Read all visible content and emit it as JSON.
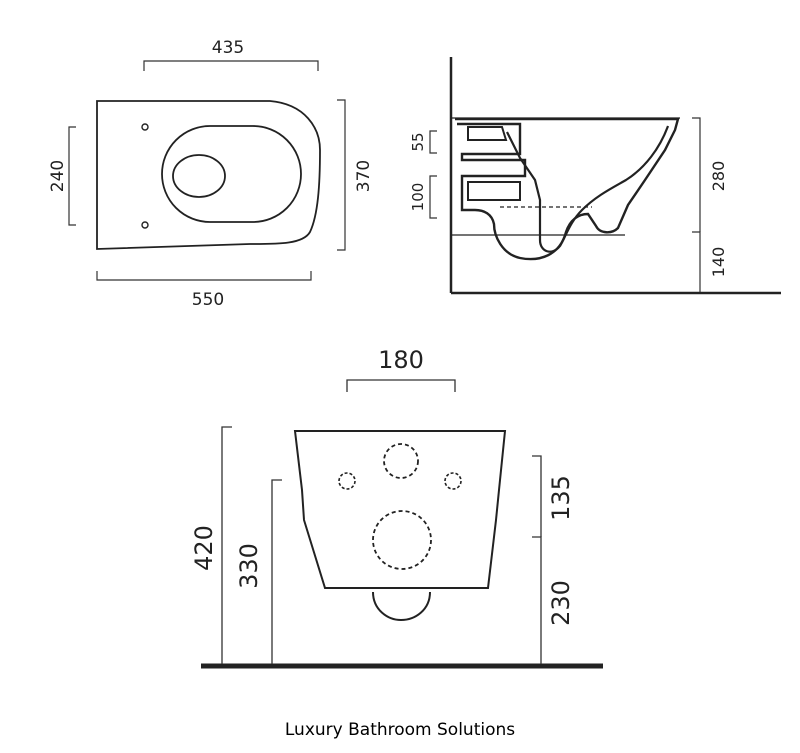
{
  "top_view": {
    "dim_width_top": "435",
    "dim_width_bottom": "550",
    "dim_height_left": "240",
    "dim_height_right": "370"
  },
  "side_view": {
    "dim_55": "55",
    "dim_100": "100",
    "dim_280": "280",
    "dim_140": "140"
  },
  "front_view": {
    "dim_180": "180",
    "dim_420": "420",
    "dim_330": "330",
    "dim_135": "135",
    "dim_230": "230"
  },
  "caption": "Luxury Bathroom Solutions"
}
